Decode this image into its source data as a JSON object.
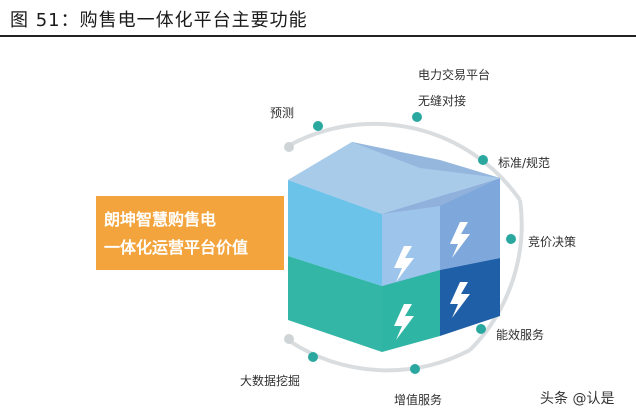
{
  "figure": {
    "title": "图 51：购售电一体化平台主要功能"
  },
  "center_label": {
    "line1": "朗坤智慧购售电",
    "line2": "一体化运营平台价值"
  },
  "functions": [
    {
      "name": "预测"
    },
    {
      "name": "电力交易平台"
    },
    {
      "name": "无缝对接"
    },
    {
      "name": "标准/规范"
    },
    {
      "name": "竞价决策"
    },
    {
      "name": "能效服务"
    },
    {
      "name": "增值服务"
    },
    {
      "name": "大数据挖掘"
    }
  ],
  "watermark": {
    "text": "头条 @认是"
  },
  "colors": {
    "accent_orange": "#f3a43d",
    "teal": "#2aa8a0",
    "cube_light_blue": "#5fb8e6",
    "cube_dark_blue": "#1f5fa8",
    "cube_green": "#2fb5a4"
  },
  "icons": [
    "lightning-bolt-icon"
  ]
}
